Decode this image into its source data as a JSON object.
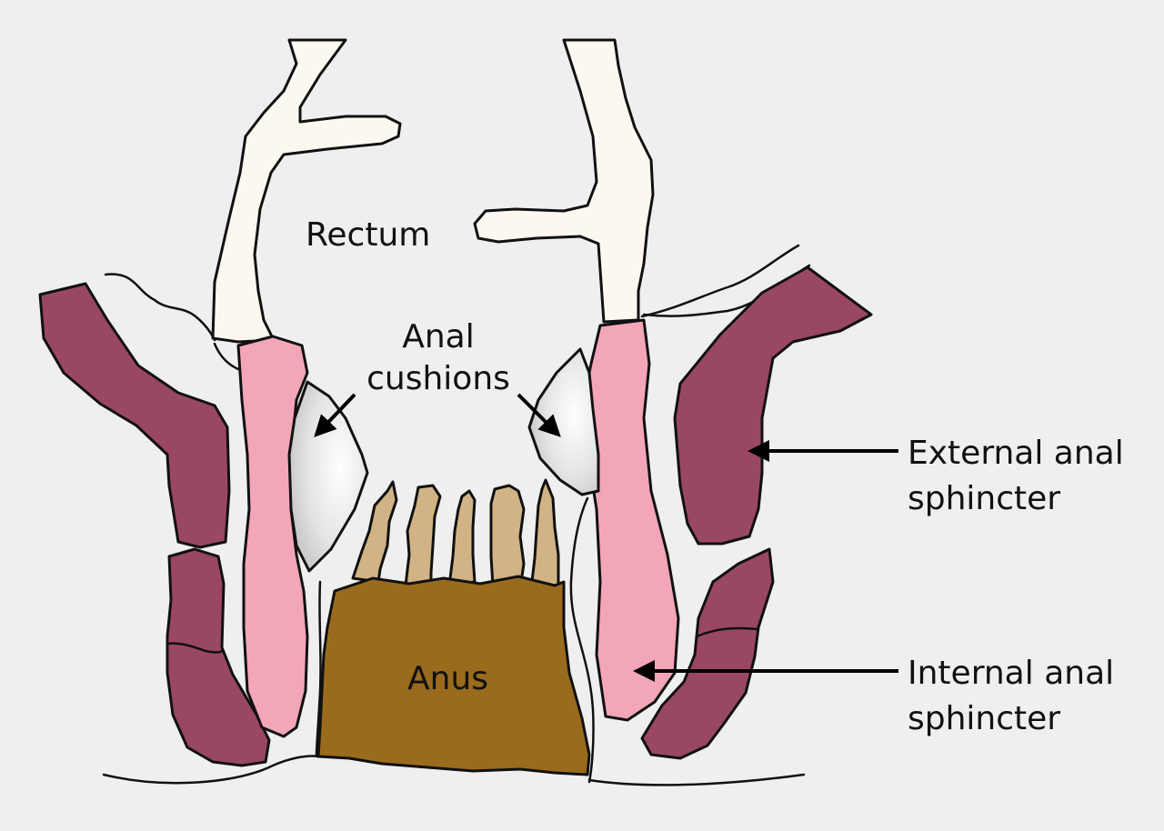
{
  "labels": {
    "rectum": "Rectum",
    "anal_cushions_1": "Anal",
    "anal_cushions_2": "cushions",
    "anus": "Anus",
    "external_1": "External anal",
    "external_2": "sphincter",
    "internal_1": "Internal anal",
    "internal_2": "sphincter"
  },
  "colors": {
    "background": "#efefef",
    "rectum_wall": "#fdf8ef",
    "internal_sphincter": "#f3a6b8",
    "external_sphincter": "#9a4763",
    "anal_cushions": "#e2e2e2",
    "anal_columns": "#d2b385",
    "anus": "#9a6b1d"
  }
}
